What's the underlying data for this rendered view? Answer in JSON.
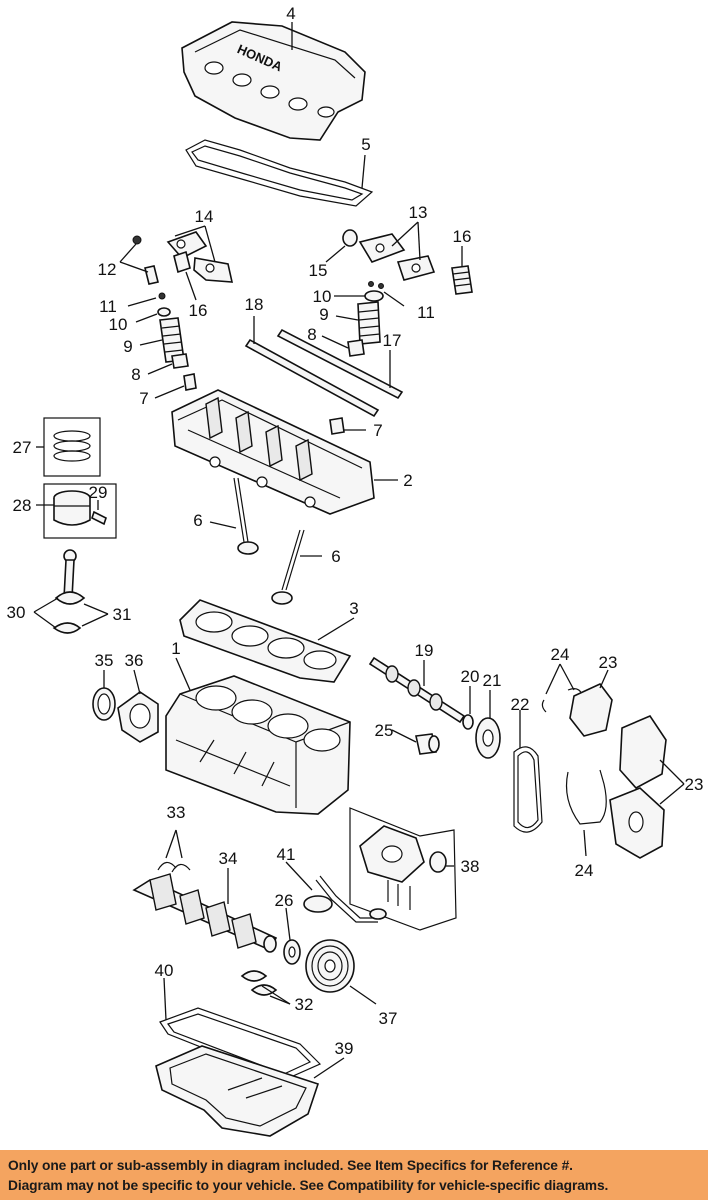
{
  "callouts": {
    "c1": "1",
    "c2": "2",
    "c3": "3",
    "c4": "4",
    "c5": "5",
    "c6a": "6",
    "c6b": "6",
    "c7a": "7",
    "c7b": "7",
    "c8a": "8",
    "c8b": "8",
    "c9a": "9",
    "c9b": "9",
    "c10a": "10",
    "c10b": "10",
    "c11a": "11",
    "c11b": "11",
    "c12": "12",
    "c13": "13",
    "c14": "14",
    "c15": "15",
    "c16a": "16",
    "c16b": "16",
    "c17": "17",
    "c18": "18",
    "c19": "19",
    "c20": "20",
    "c21": "21",
    "c22": "22",
    "c23a": "23",
    "c23b": "23",
    "c24a": "24",
    "c24b": "24",
    "c25": "25",
    "c26": "26",
    "c27": "27",
    "c28": "28",
    "c29": "29",
    "c30": "30",
    "c31": "31",
    "c32": "32",
    "c33": "33",
    "c34": "34",
    "c35": "35",
    "c36": "36",
    "c37": "37",
    "c38": "38",
    "c39": "39",
    "c40": "40",
    "c41": "41"
  },
  "valve_cover_logo": "HONDA",
  "footer": {
    "line1": "Only one part or sub-assembly in diagram included. See Item Specifics for Reference #.",
    "line2": "Diagram may not be specific to your vehicle. See Compatibility for vehicle-specific diagrams."
  },
  "colors": {
    "footer_bg": "#f4a460",
    "line": "#111111"
  }
}
